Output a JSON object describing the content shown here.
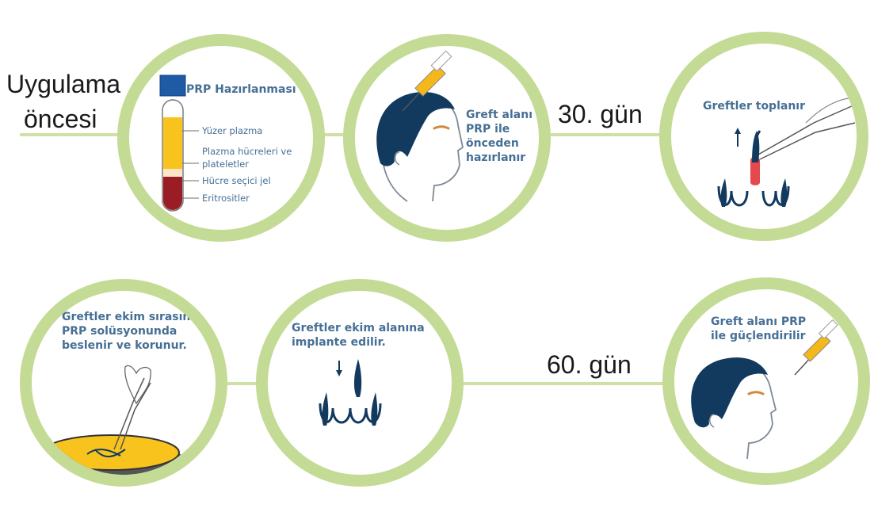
{
  "labels": {
    "before": [
      "Uygulama",
      "öncesi"
    ],
    "day30": "30. gün",
    "day60": "60. gün"
  },
  "steps": {
    "prp_prep": {
      "title": "PRP Hazırlanması",
      "layers": [
        "Yüzer plazma",
        "Plazma hücreleri ve",
        "plateletler",
        "Hücre seçici jel",
        "Eritrositler"
      ]
    },
    "graft_area_prep": [
      "Greft alanı",
      "PRP ile",
      "önceden",
      "hazırlanır"
    ],
    "grafts_collected": "Greftler toplanır",
    "grafts_nourished": [
      "Greftler ekim sırasında",
      "PRP solüsyonunda",
      "beslenir ve korunur."
    ],
    "grafts_implanted": [
      "Greftler ekim alanına",
      "implante edilir."
    ],
    "graft_area_strengthened": [
      "Greft alanı PRP",
      "ile güçlendirilir"
    ]
  },
  "colors": {
    "ring": "#c4db95",
    "line": "#cfe0a6",
    "text_blue": "#466f95",
    "hair_navy": "#123a5f",
    "plasma_yellow": "#f7c31c",
    "erythrocyte_red": "#9a1c24",
    "cap_blue": "#1e5aa6"
  }
}
